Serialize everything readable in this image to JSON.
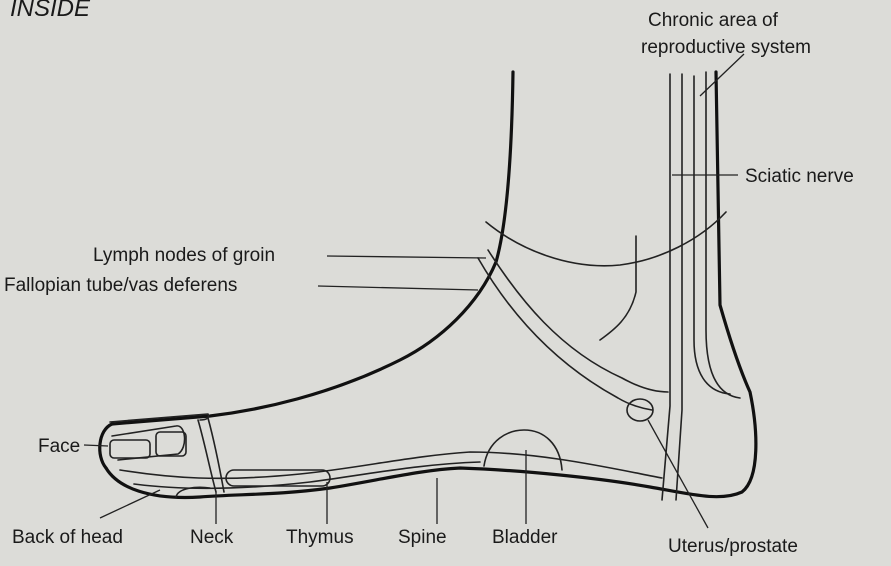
{
  "heading": "INSIDE",
  "labels": {
    "chronic_line1": "Chronic area of",
    "chronic_line2": "reproductive system",
    "sciatic": "Sciatic nerve",
    "lymph": "Lymph nodes of groin",
    "fallopian": "Fallopian tube/vas deferens",
    "face": "Face",
    "back_of_head": "Back of head",
    "neck": "Neck",
    "thymus": "Thymus",
    "spine": "Spine",
    "bladder": "Bladder",
    "uterus": "Uterus/prostate"
  }
}
